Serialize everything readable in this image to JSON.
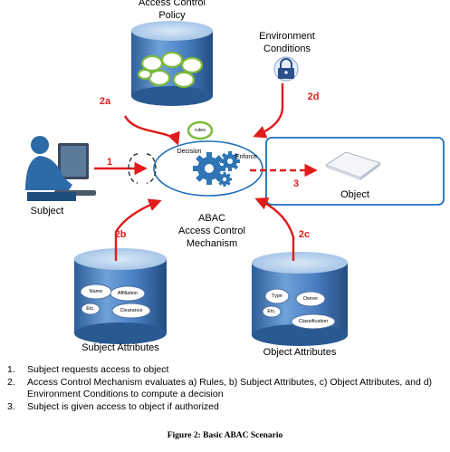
{
  "diagram": {
    "access_control_policy": "Access Control\nPolicy",
    "environment_conditions": "Environment\nConditions",
    "subject": "Subject",
    "object": "Object",
    "mechanism": "ABAC\nAccess Control\nMechanism",
    "subject_attributes": "Subject Attributes",
    "object_attributes": "Object Attributes",
    "rules": "rules",
    "decision": "Decision",
    "enforce": "Enforce",
    "subject_attr_items": [
      "Name",
      "Affiliation",
      "Etc.",
      "Clearance"
    ],
    "object_attr_items": [
      "Type",
      "Owner",
      "Etc.",
      "Classification"
    ],
    "arrow_labels": {
      "a1": "1",
      "a2a": "2a",
      "a2b": "2b",
      "a2c": "2c",
      "a2d": "2d",
      "a3": "3"
    }
  },
  "steps": [
    {
      "num": "1.",
      "text": "Subject requests access to object"
    },
    {
      "num": "2.",
      "text": "Access Control Mechanism evaluates a) Rules, b) Subject Attributes, c) Object Attributes, and d) Environment Conditions to  compute a decision"
    },
    {
      "num": "3.",
      "text": "Subject is given access to object if authorized"
    }
  ],
  "caption": "Figure 2: Basic ABAC Scenario",
  "colors": {
    "arrow_red": "#e21b1b",
    "cylinder_blue": "#4a7fc1",
    "cylinder_light": "#cfe0f3",
    "box_border": "#1e6fb8",
    "gear_blue": "#2f74b5",
    "policy_green": "#7cba3b"
  }
}
